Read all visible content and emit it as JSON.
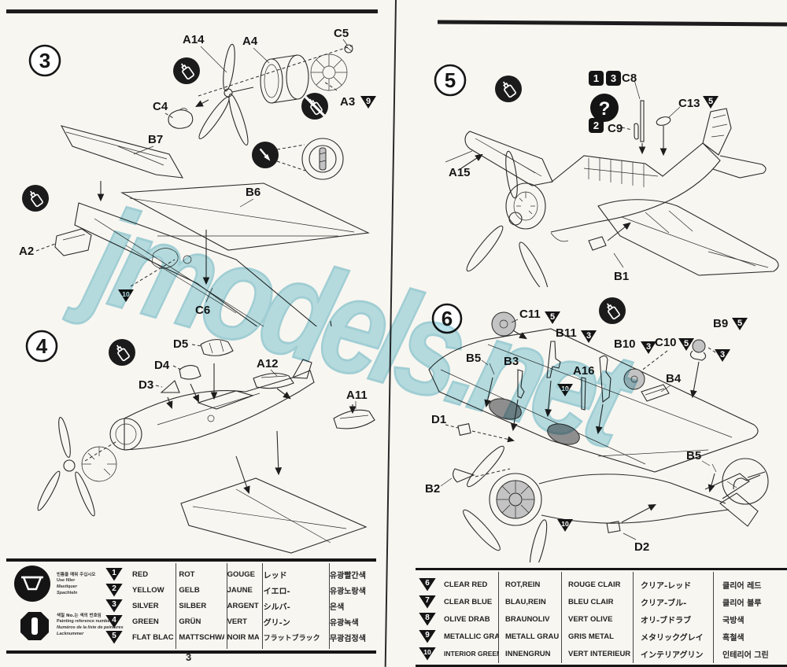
{
  "page": {
    "number": "3",
    "watermark": "jmodels.net",
    "watermark_color": "#a9dbe5",
    "paper_color": "#f8f6f1",
    "ink_color": "#1d1d1d"
  },
  "icons": {
    "glue": "glue-bottle-icon",
    "no_glue": "no-glue-icon",
    "paint": "paintbrush-icon",
    "question": "question-mark-icon",
    "filler": "filler-putty-icon",
    "paint_number": "paint-number-icon",
    "magnifier": "detail-magnifier-ring"
  },
  "steps": {
    "s3": {
      "num": "3",
      "labels": {
        "a14": "A14",
        "a4": "A4",
        "c5": "C5",
        "c4": "C4",
        "a3": "A3",
        "b7": "B7",
        "b6": "B6",
        "a2": "A2",
        "c6": "C6"
      },
      "badges": {
        "a3_color": "9",
        "underside_color": "10"
      }
    },
    "s4": {
      "num": "4",
      "labels": {
        "d5": "D5",
        "d4": "D4",
        "d3": "D3",
        "a12": "A12",
        "a11": "A11"
      }
    },
    "s5": {
      "num": "5",
      "labels": {
        "c8": "C8",
        "c9": "C9",
        "c13": "C13",
        "a15": "A15",
        "b1": "B1"
      },
      "squares": {
        "sq1": "1",
        "sq3": "3",
        "sq2": "2"
      },
      "badges": {
        "c13_color": "5"
      },
      "qmark": "?"
    },
    "s6": {
      "num": "6",
      "labels": {
        "c11": "C11",
        "b11": "B11",
        "b5a": "B5",
        "b3": "B3",
        "a16": "A16",
        "b10": "B10",
        "c10": "C10",
        "b9": "B9",
        "b4": "B4",
        "d1": "D1",
        "b2": "B2",
        "b5b": "B5",
        "d2": "D2"
      },
      "badges": {
        "c11_color": "5",
        "b11_color": "3",
        "b10_color": "3",
        "c10_color": "5",
        "b9_color": "5",
        "tail_color": "3",
        "a16_color": "10",
        "prop_color": "10"
      }
    }
  },
  "legend_left": {
    "notes": {
      "filler": {
        "l1": "빈틈을 메워 주십시오",
        "l2": "Use filler",
        "l3": "Mastiquer",
        "l4": "Spachteln"
      },
      "paintnum": {
        "l1": "색칠 No.는 색의 번호임",
        "l2": "Painting reference number",
        "l3": "Numéros de la liste de peintures",
        "l4": "Lacknummer"
      }
    },
    "rows": [
      {
        "num": "1",
        "en": "RED",
        "de": "ROT",
        "fr": "GOUGE",
        "jp": "レッド",
        "kr": "유광빨간색"
      },
      {
        "num": "2",
        "en": "YELLOW",
        "de": "GELB",
        "fr": "JAUNE",
        "jp": "イエロ-",
        "kr": "유광노랑색"
      },
      {
        "num": "3",
        "en": "SILVER",
        "de": "SILBER",
        "fr": "ARGENT",
        "jp": "シルバ-",
        "kr": "은색"
      },
      {
        "num": "4",
        "en": "GREEN",
        "de": "GRÜN",
        "fr": "VERT",
        "jp": "グリ-ン",
        "kr": "유광녹색"
      },
      {
        "num": "5",
        "en": "FLAT BLACK",
        "de": "MATTSCHWARZ",
        "fr": "NOIR MAT",
        "jp": "フラットブラック",
        "kr": "무광검정색"
      }
    ]
  },
  "legend_right": {
    "rows": [
      {
        "num": "6",
        "en": "CLEAR RED",
        "de": "ROT,REIN",
        "fr": "ROUGE CLAIR",
        "jp": "クリア-レッド",
        "kr": "클리어 레드"
      },
      {
        "num": "7",
        "en": "CLEAR BLUE",
        "de": "BLAU,REIN",
        "fr": "BLEU CLAIR",
        "jp": "クリア-ブル-",
        "kr": "클리어 블루"
      },
      {
        "num": "8",
        "en": "OLIVE DRAB",
        "de": "BRAUNOLIV",
        "fr": "VERT OLIVE",
        "jp": "オリ-ブドラブ",
        "kr": "국방색"
      },
      {
        "num": "9",
        "en": "METALLIC GRAY",
        "de": "METALL GRAU",
        "fr": "GRIS METAL",
        "jp": "メタリックグレイ",
        "kr": "흑철색"
      },
      {
        "num": "10",
        "en": "INTERIOR GREEN",
        "de": "INNENGRUN",
        "fr": "VERT INTERIEUR",
        "jp": "インテリアグリン",
        "kr": "인테리어 그린"
      }
    ]
  }
}
